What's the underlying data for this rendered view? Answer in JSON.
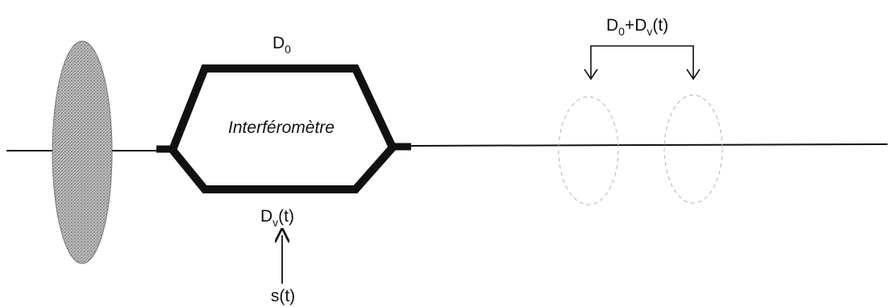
{
  "labels": {
    "top_delay": {
      "main": "D",
      "sub": "0"
    },
    "interferometer": "Interféromètre",
    "variable_delay": {
      "main": "D",
      "sub": "v",
      "suffix": "(t)"
    },
    "signal": "s(t)",
    "combined_delay": {
      "main": "D",
      "sub1": "0",
      "mid": "+D",
      "sub2": "v",
      "suffix": "(t)"
    }
  },
  "colors": {
    "line": "#111111",
    "pulse_fill": "#9a9a9a",
    "faint_pulse_stroke": "#b5b5b5"
  }
}
